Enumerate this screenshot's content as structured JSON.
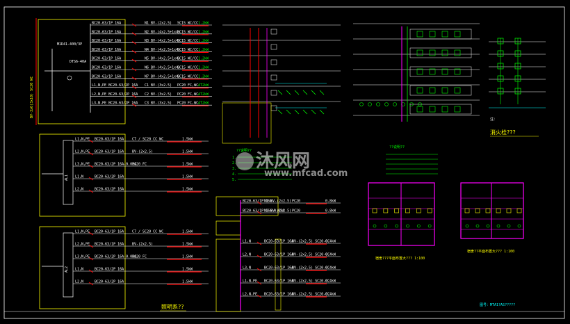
{
  "watermark": {
    "title": "沐风网",
    "url": "www.mfcad.com"
  },
  "panel1": {
    "side_label": "BV-3x6(3x10) SC20 WC",
    "breaker_main": "M1D41-400/3P",
    "meter_label": "DTS6-40A",
    "rows": [
      [
        "BC20-63/1P 16A",
        "N1 BV-(2x2.5)",
        "SC15 WC/CC",
        "1.2kW"
      ],
      [
        "BC20-63/1P 16A",
        "N2 BV-(4x2.5+1x4)",
        "SC15 WC/CC",
        "1.2kW"
      ],
      [
        "BC20-63/1P 16A",
        "N3 BV-(4x2.5+1x4)",
        "SC15 WC/CC",
        "1.2kW"
      ],
      [
        "BC20-63/1P 16A",
        "N4 BV-(4x2.5+1x4)",
        "SC15 WC/CC",
        "1.2kW"
      ],
      [
        "BC20-63/1P 16A",
        "N5 BV-(4x2.5+1x4)",
        "SC15 WC/CC",
        "1.2kW"
      ],
      [
        "BC20-63/1P 16A",
        "N6 BV-(4x2.5+1x4)",
        "SC15 WC/CC",
        "1.2kW"
      ],
      [
        "BC20-63/1P 16A",
        "N7 BV-(4x2.5+1x4)",
        "SC15 WC/CC",
        "1.2kW"
      ],
      [
        "L1,N,PE BC20-63/2P 16A",
        "C1 BV-(3x2.5)",
        "PC20 FC,WC",
        "AT2kW"
      ],
      [
        "L2,N,PE BC20-63/2P 16A",
        "C2 BV-(3x2.5)",
        "PC20 FC,WC",
        "AT2kW"
      ],
      [
        "L3,N,PE BC20-63/2P 16A",
        "C3 BV-(3x2.5)",
        "PC20 FC,WC",
        "AT2kW"
      ]
    ]
  },
  "panel2": {
    "box_label": "AL1",
    "rows": [
      [
        "L1,N,PE",
        "BC20-63/1P 16A",
        "C7 / SC20 CC WC",
        "1.5kW"
      ],
      [
        "L2,N,PE",
        "BC20-63/1P 16A",
        "BV-(2x2.5)",
        "1.5kW"
      ],
      [
        "L3,N,PE",
        "BC20-63/2P 16A-0.03A",
        "PC20 FC",
        "1.5kW"
      ],
      [
        "L1,N",
        "BC20-63/2P 16A",
        "",
        "1.5kW"
      ],
      [
        "L2,N",
        "BC20-63/2P 16A",
        "",
        "1.5kW"
      ]
    ]
  },
  "panel3": {
    "box_label": "AL2",
    "rows": [
      [
        "L1,N,PE",
        "BC20-63/1P 16A",
        "C7 / SC20 CC WC",
        "1.5kW"
      ],
      [
        "L2,N,PE",
        "BC20-63/1P 16A",
        "BV-(2x2.5)",
        "1.5kW"
      ],
      [
        "L3,N,PE",
        "BC20-63/2P 16A-0.03A",
        "PC20 FC",
        "1.5kW"
      ],
      [
        "L1,N",
        "BC20-63/2P 16A",
        "",
        "1.5kW"
      ],
      [
        "L2,N",
        "BC20-63/2P 16A",
        "",
        "1.5kW"
      ]
    ]
  },
  "panel4": {
    "rows": [
      [
        "BC20-63/1P 16A",
        "N1 BV-(2x2.5)",
        "PC20",
        "0.8kW"
      ],
      [
        "BC20-63/1P 16A-0.03A",
        "N2 BV-(2x2.5)",
        "PC20",
        "0.8kW"
      ],
      [
        "L1,N",
        "BC20-63/1P 16A",
        "BV-(2x2.5) SC20-CC",
        "0.4kW"
      ],
      [
        "L2,N",
        "BC20-63/1P 16A",
        "BV-(2x2.5) SC20-CC",
        "0.4kW"
      ],
      [
        "L3,N",
        "BC20-63/1P 16A",
        "BV-(2x2.5) SC20-CC",
        "0.4kW"
      ],
      [
        "L1,N,PE",
        "BC20-63/1P 16A",
        "BV-(2x2.5) SC20-CC",
        "0.4kW"
      ],
      [
        "L2,N,PE",
        "BC20-63/1P 16A",
        "BV-(2x2.5) SC20-CC",
        "0.4kW"
      ]
    ]
  },
  "riser_notes": [
    "1.",
    "2.",
    "3.",
    "4.",
    "5."
  ],
  "fire_label": "消火栓???",
  "plan_left_title": "宿舍???平面布置大??? 1:100",
  "plan_right_title": "宿舍??平面布置大??? 1:100",
  "bottom_title": "照明系??",
  "mid_title": "??说明??",
  "right_mid_title": "??说明??",
  "footnote": "注：",
  "stamp": "图号：MTA1?AS?????",
  "colors": {
    "bg": "#000000",
    "wire": "#ffffff",
    "breaker": "#ff0000",
    "box": "#ffff00",
    "tag": "#00ff00",
    "cyan": "#00ffff",
    "mag": "#ff00ff"
  }
}
